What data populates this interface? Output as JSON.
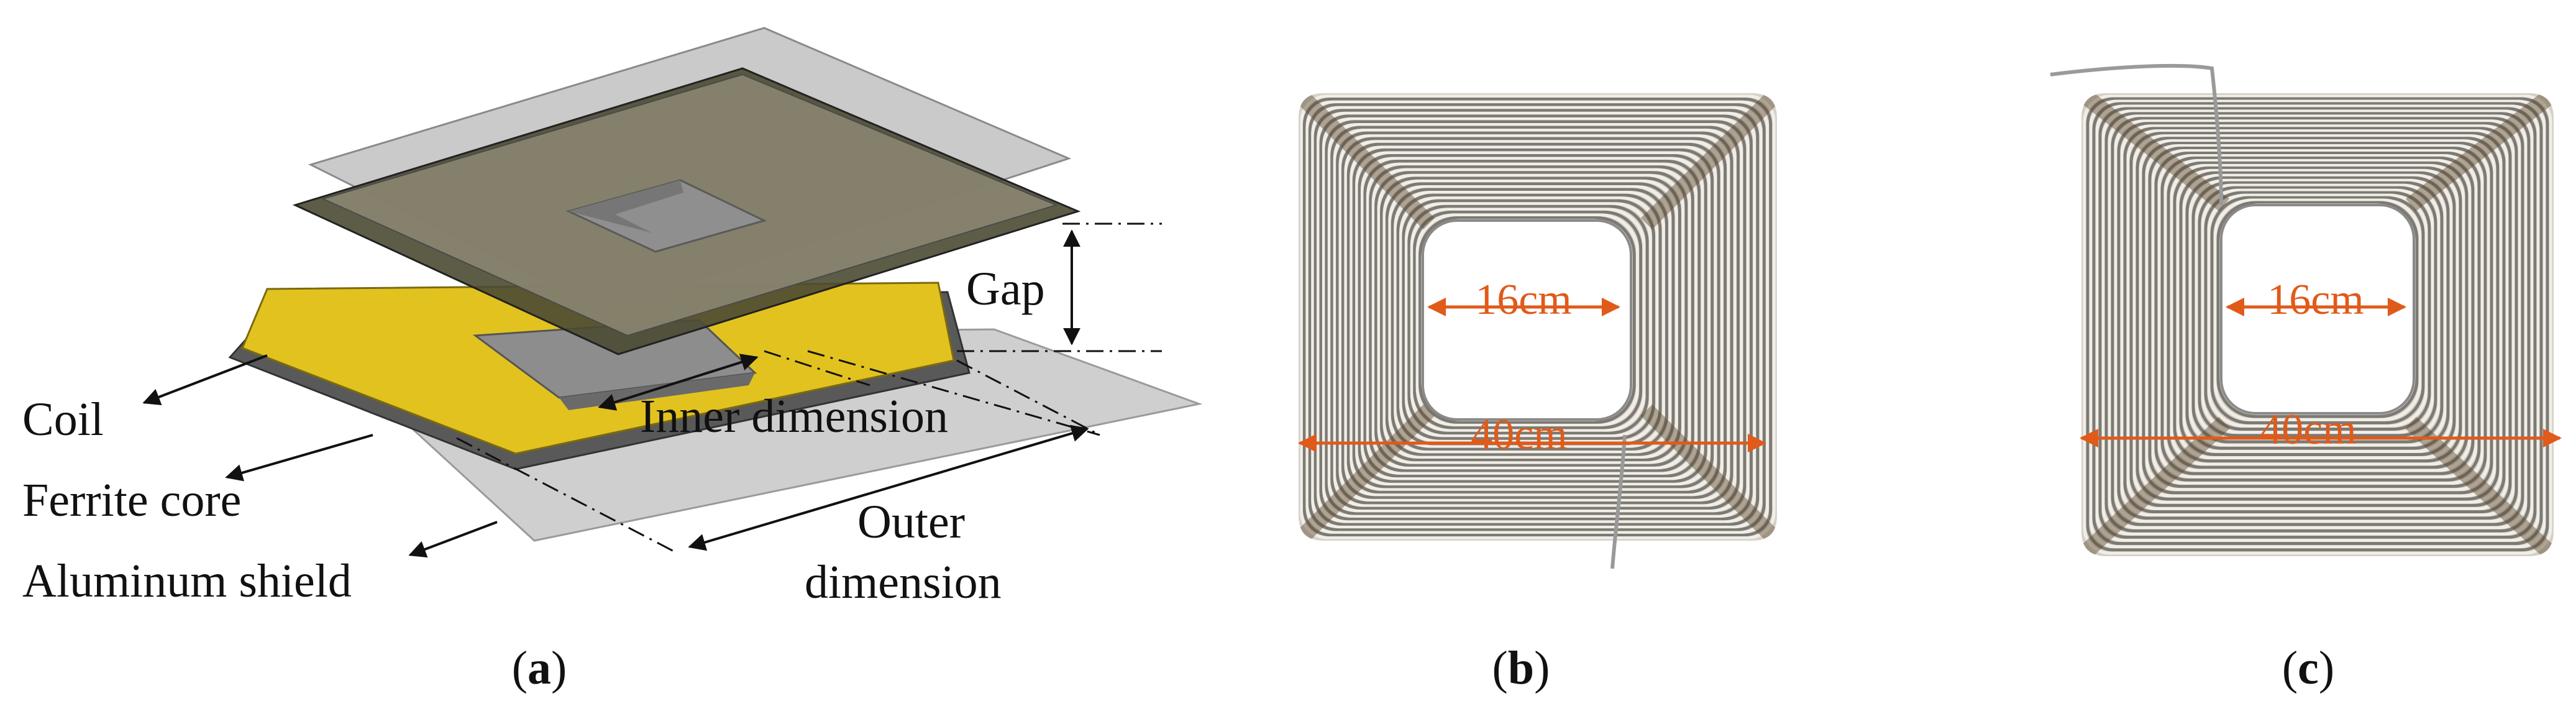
{
  "panel_a": {
    "labels": {
      "coil": "Coil",
      "ferrite": "Ferrite core",
      "aluminum": "Aluminum shield",
      "gap": "Gap",
      "inner": "Inner dimension",
      "outer_line1": "Outer",
      "outer_line2": "dimension"
    },
    "caption_open": "(",
    "caption_letter": "a",
    "caption_close": ")"
  },
  "panel_b": {
    "inner_label": "16cm",
    "outer_label": "40cm",
    "caption_open": "(",
    "caption_letter": "b",
    "caption_close": ")"
  },
  "panel_c": {
    "inner_label": "16cm",
    "outer_label": "40cm",
    "caption_open": "(",
    "caption_letter": "c",
    "caption_close": ")"
  },
  "colors": {
    "coil_yellow": "#e0c020",
    "ferrite_dark": "#4a4a4a",
    "aluminum_gray": "#c8c8c8",
    "annotation_orange": "#e05a1a",
    "wire_gray": "#8a8a8a"
  }
}
